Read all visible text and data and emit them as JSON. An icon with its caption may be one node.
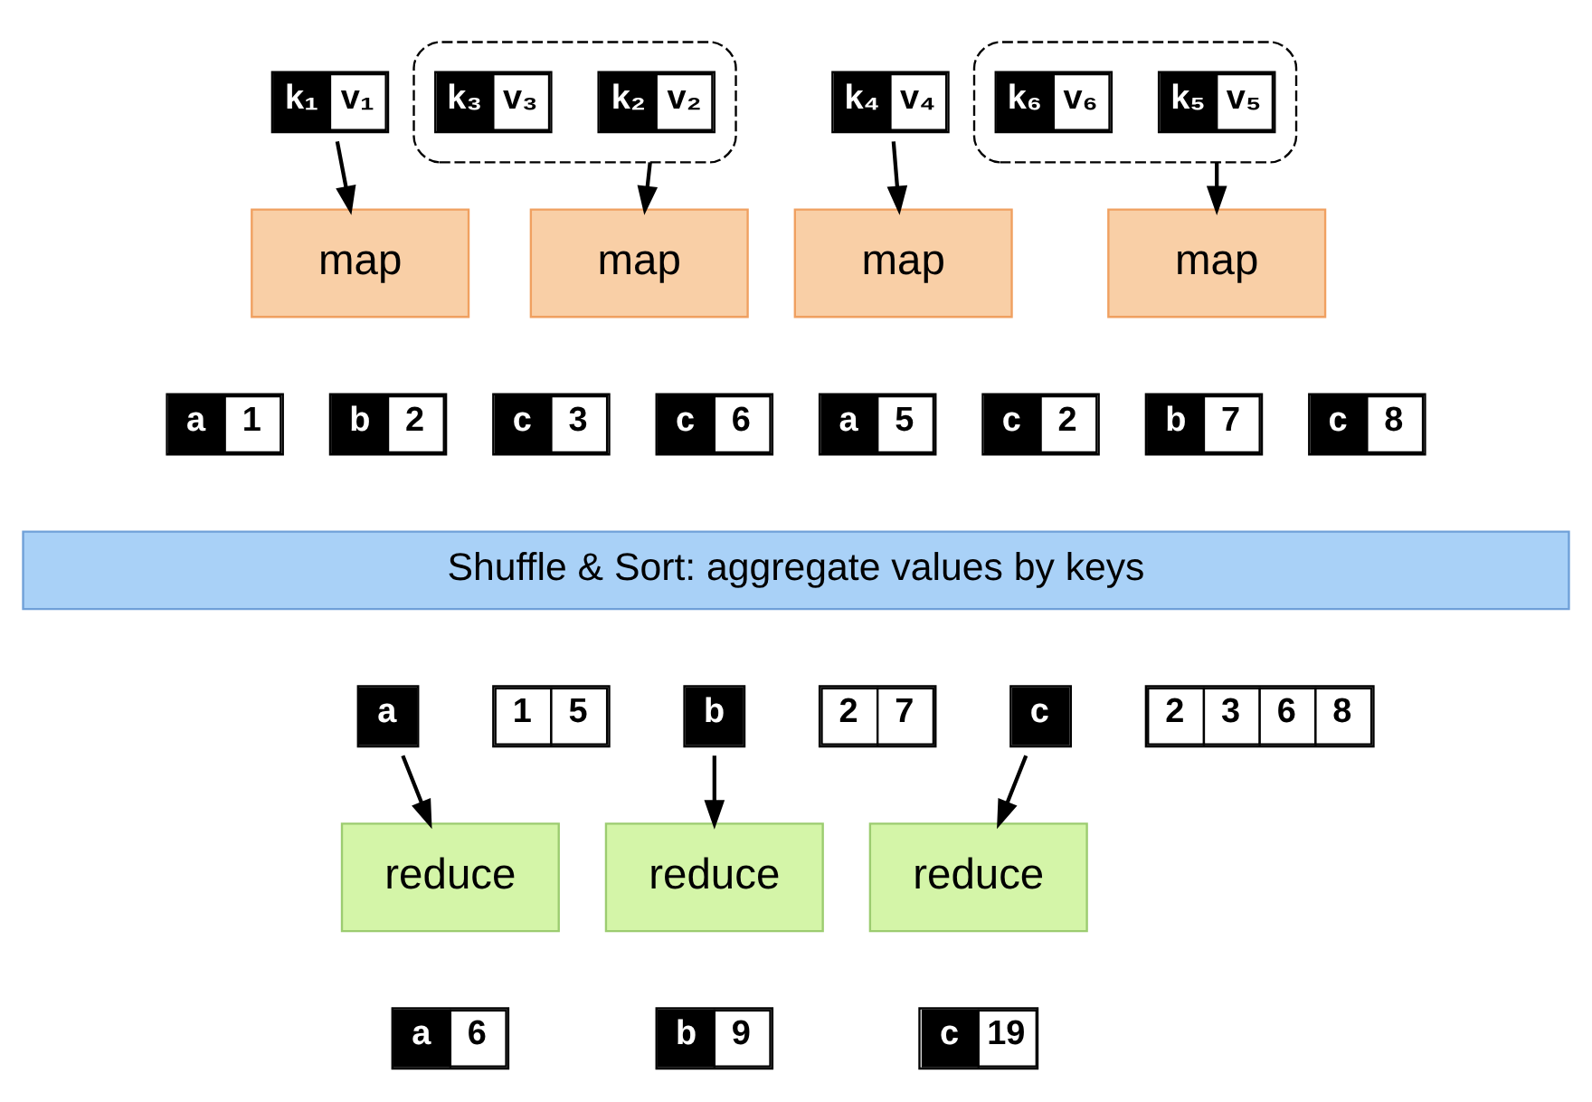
{
  "diagram": {
    "nodes": [
      {
        "text": [
          "k₁",
          "v₁"
        ]
      },
      {
        "text": [],
        "shape": "ellipse"
      },
      {
        "text": [
          "k₂",
          "v₂"
        ],
        "in": 1
      },
      {
        "text": [
          "k₃",
          "v₃"
        ],
        "in": 1
      },
      {
        "text": [
          "k₄",
          "v₄"
        ]
      },
      {
        "text": [],
        "shape": "ellipse"
      },
      {
        "text": [
          "k₅",
          "v₅"
        ],
        "in": 5
      },
      {
        "text": [
          "k₆",
          "v₆"
        ],
        "in": 5
      },
      {
        "text": [
          "map"
        ]
      },
      {
        "text": [
          "map"
        ]
      },
      {
        "text": [
          "map"
        ]
      },
      {
        "text": [
          "map"
        ]
      },
      {
        "text": [
          "a",
          "1"
        ]
      },
      {
        "text": [
          "b",
          "2"
        ]
      },
      {
        "text": [
          "c",
          "3"
        ]
      },
      {
        "text": [
          "c",
          "6"
        ]
      },
      {
        "text": [
          "a",
          "5"
        ]
      },
      {
        "text": [
          "c",
          "2"
        ]
      },
      {
        "text": [
          "b",
          "7"
        ]
      },
      {
        "text": [
          "c",
          "8"
        ]
      },
      {
        "text": [
          "Shuffle & Sort: aggregate values by keys"
        ]
      },
      {
        "text": [
          "a"
        ]
      },
      {
        "text": [
          "1",
          "5"
        ]
      },
      {
        "text": [
          "b"
        ]
      },
      {
        "text": [
          "2",
          "7"
        ]
      },
      {
        "text": [
          "c"
        ]
      },
      {
        "text": [
          "2",
          "3",
          "6",
          "8"
        ]
      },
      {
        "text": [
          "reduce"
        ]
      },
      {
        "text": [
          "reduce"
        ]
      },
      {
        "text": [
          "reduce"
        ]
      },
      {
        "text": [
          "a",
          "6"
        ]
      },
      {
        "text": [
          "b",
          "9"
        ]
      },
      {
        "text": [
          "c",
          "19"
        ]
      }
    ],
    "edges": [
      {
        "from": 0,
        "to": 8,
        "arrow": "to"
      },
      {
        "from": 1,
        "to": 9,
        "arrow": "to"
      },
      {
        "from": 4,
        "to": 10,
        "arrow": "to"
      },
      {
        "from": 5,
        "to": 11,
        "arrow": "to"
      },
      {
        "from": 21,
        "to": 27,
        "arrow": "to"
      },
      {
        "from": 23,
        "to": 28,
        "arrow": "to"
      },
      {
        "from": 25,
        "to": 29,
        "arrow": "to"
      }
    ]
  }
}
